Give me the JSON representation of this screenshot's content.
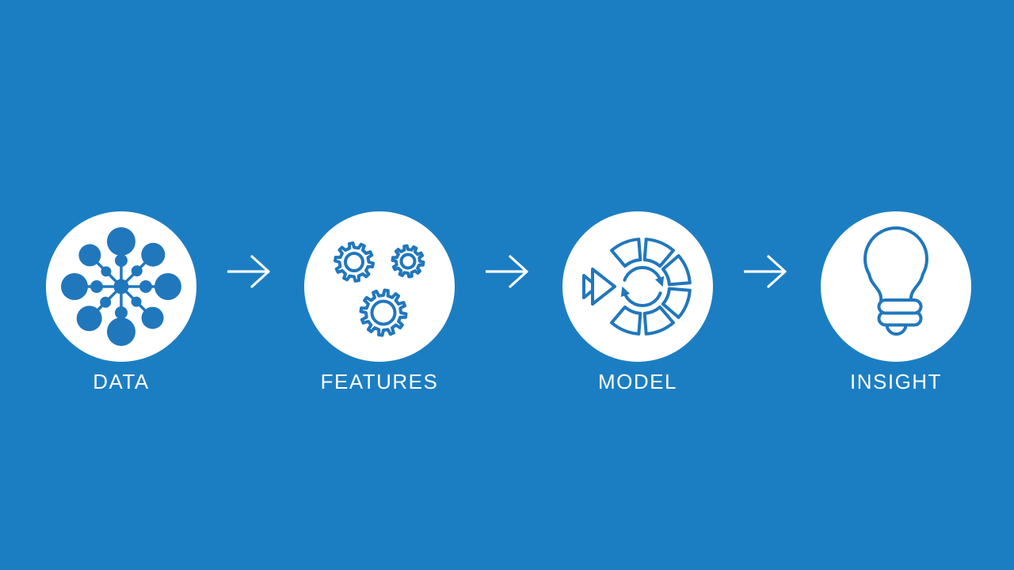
{
  "colors": {
    "background": "#1C7EC2",
    "circle": "#FFFFFF",
    "icon": "#2177BC",
    "text": "#FFFFFF"
  },
  "stages": [
    {
      "label": "DATA",
      "icon": "data-network-icon"
    },
    {
      "label": "FEATURES",
      "icon": "gears-icon"
    },
    {
      "label": "MODEL",
      "icon": "model-iteration-icon"
    },
    {
      "label": "INSIGHT",
      "icon": "lightbulb-icon"
    }
  ],
  "connector": {
    "icon": "right-arrow-icon"
  }
}
